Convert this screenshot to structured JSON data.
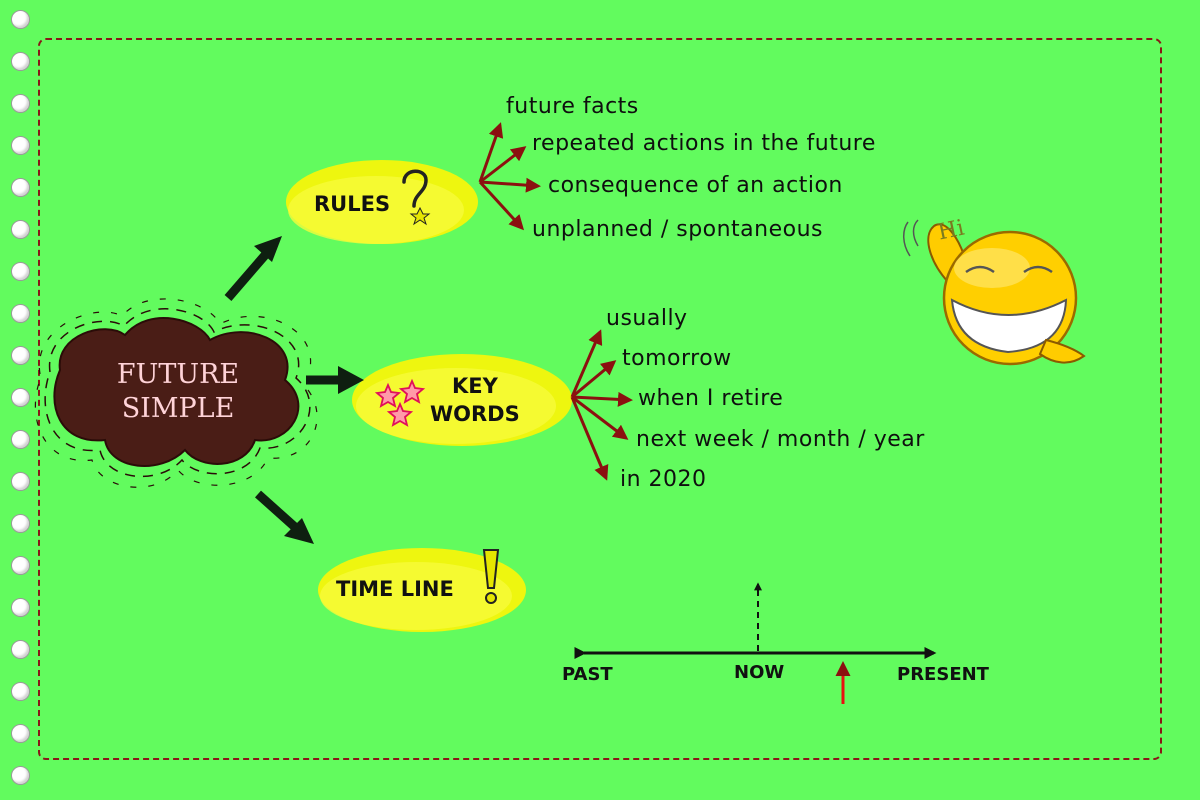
{
  "palette": {
    "background": "#62fb5e",
    "frame": "#8a1818",
    "bubble": "#f0f719",
    "blob": "#4a1d16",
    "center_text": "#ffd3d8",
    "branch_arrow": "#8b1010",
    "main_arrow": "#0e1f10",
    "timeline_marker": "#e81010"
  },
  "center": {
    "title_line1": "FUTURE",
    "title_line2": "SIMPLE"
  },
  "rules": {
    "label": "RULES",
    "icon": "question-mark-icon",
    "items": [
      "future facts",
      "repeated actions in the future",
      "consequence of an action",
      "unplanned / spontaneous"
    ]
  },
  "keywords": {
    "label_line1": "KEY",
    "label_line2": "WORDS",
    "icon": "stars-icon",
    "items": [
      "usually",
      "tomorrow",
      "when I retire",
      "next week / month / year",
      "in 2020"
    ]
  },
  "timeline": {
    "label": "TIME LINE",
    "icon": "exclamation-mark-icon",
    "past": "PAST",
    "now": "NOW",
    "present": "PRESENT"
  },
  "smiley": {
    "text": "Hi",
    "icon": "smiley-waving-icon"
  }
}
